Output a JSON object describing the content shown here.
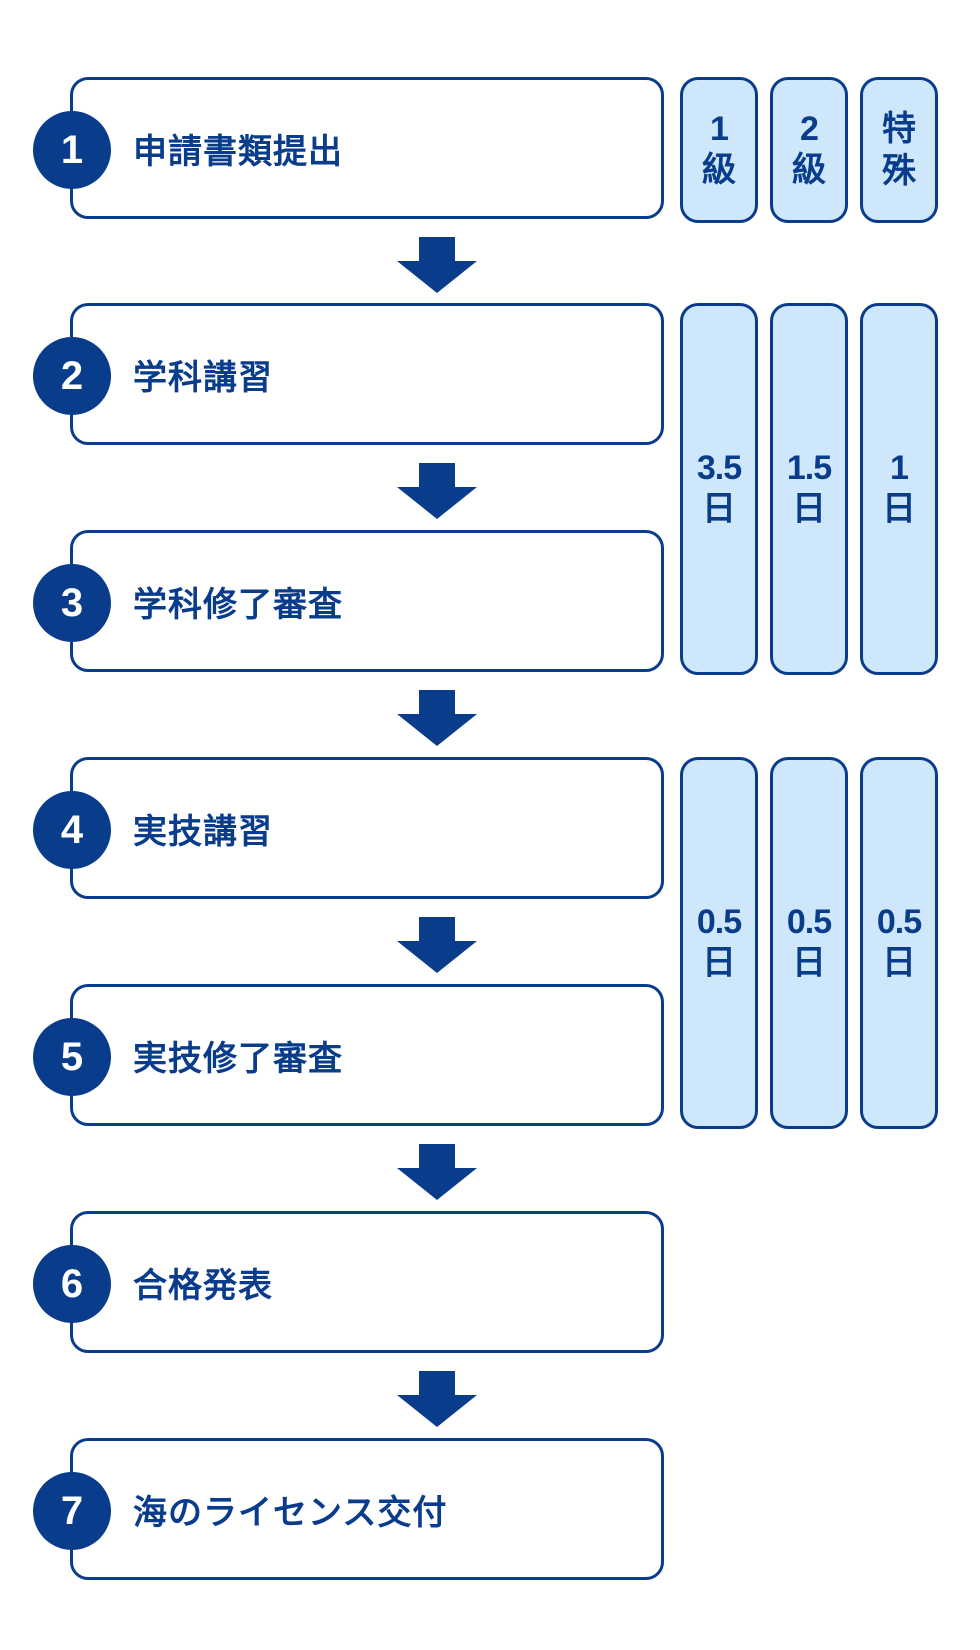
{
  "steps": [
    {
      "num": "1",
      "label": "申請書類提出"
    },
    {
      "num": "2",
      "label": "学科講習"
    },
    {
      "num": "3",
      "label": "学科修了審査"
    },
    {
      "num": "4",
      "label": "実技講習"
    },
    {
      "num": "5",
      "label": "実技修了審査"
    },
    {
      "num": "6",
      "label": "合格発表"
    },
    {
      "num": "7",
      "label": "海のライセンス交付"
    }
  ],
  "license_classes": [
    {
      "top": "1",
      "bottom": "級"
    },
    {
      "top": "2",
      "bottom": "級"
    },
    {
      "top": "特",
      "bottom": "殊"
    }
  ],
  "academic_days": [
    {
      "value": "3.5",
      "unit": "日"
    },
    {
      "value": "1.5",
      "unit": "日"
    },
    {
      "value": "1",
      "unit": "日"
    }
  ],
  "practical_days": [
    {
      "value": "0.5",
      "unit": "日"
    },
    {
      "value": "0.5",
      "unit": "日"
    },
    {
      "value": "0.5",
      "unit": "日"
    }
  ],
  "colors": {
    "primary": "#0a3c8c",
    "pill_fill": "#cfe7fb",
    "background": "#ffffff"
  }
}
